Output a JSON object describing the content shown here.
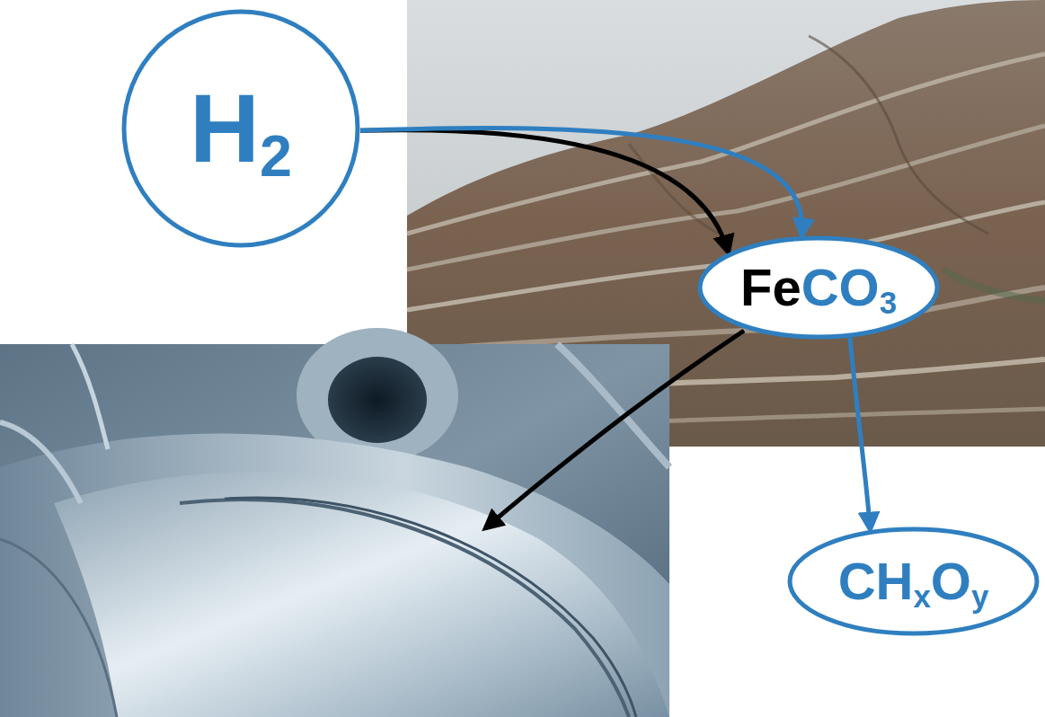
{
  "diagram": {
    "nodes": [
      {
        "text": [
          "H2"
        ]
      },
      {
        "text": [
          "FeCO3"
        ]
      },
      {
        "text": [
          "CHxOy"
        ]
      }
    ],
    "edges": [
      {
        "from": 0,
        "to": 1,
        "arrow": "to"
      },
      {
        "from": 0,
        "to": 1,
        "arrow": "to"
      },
      {
        "from": 1,
        "to": 2,
        "arrow": "to"
      }
    ]
  }
}
